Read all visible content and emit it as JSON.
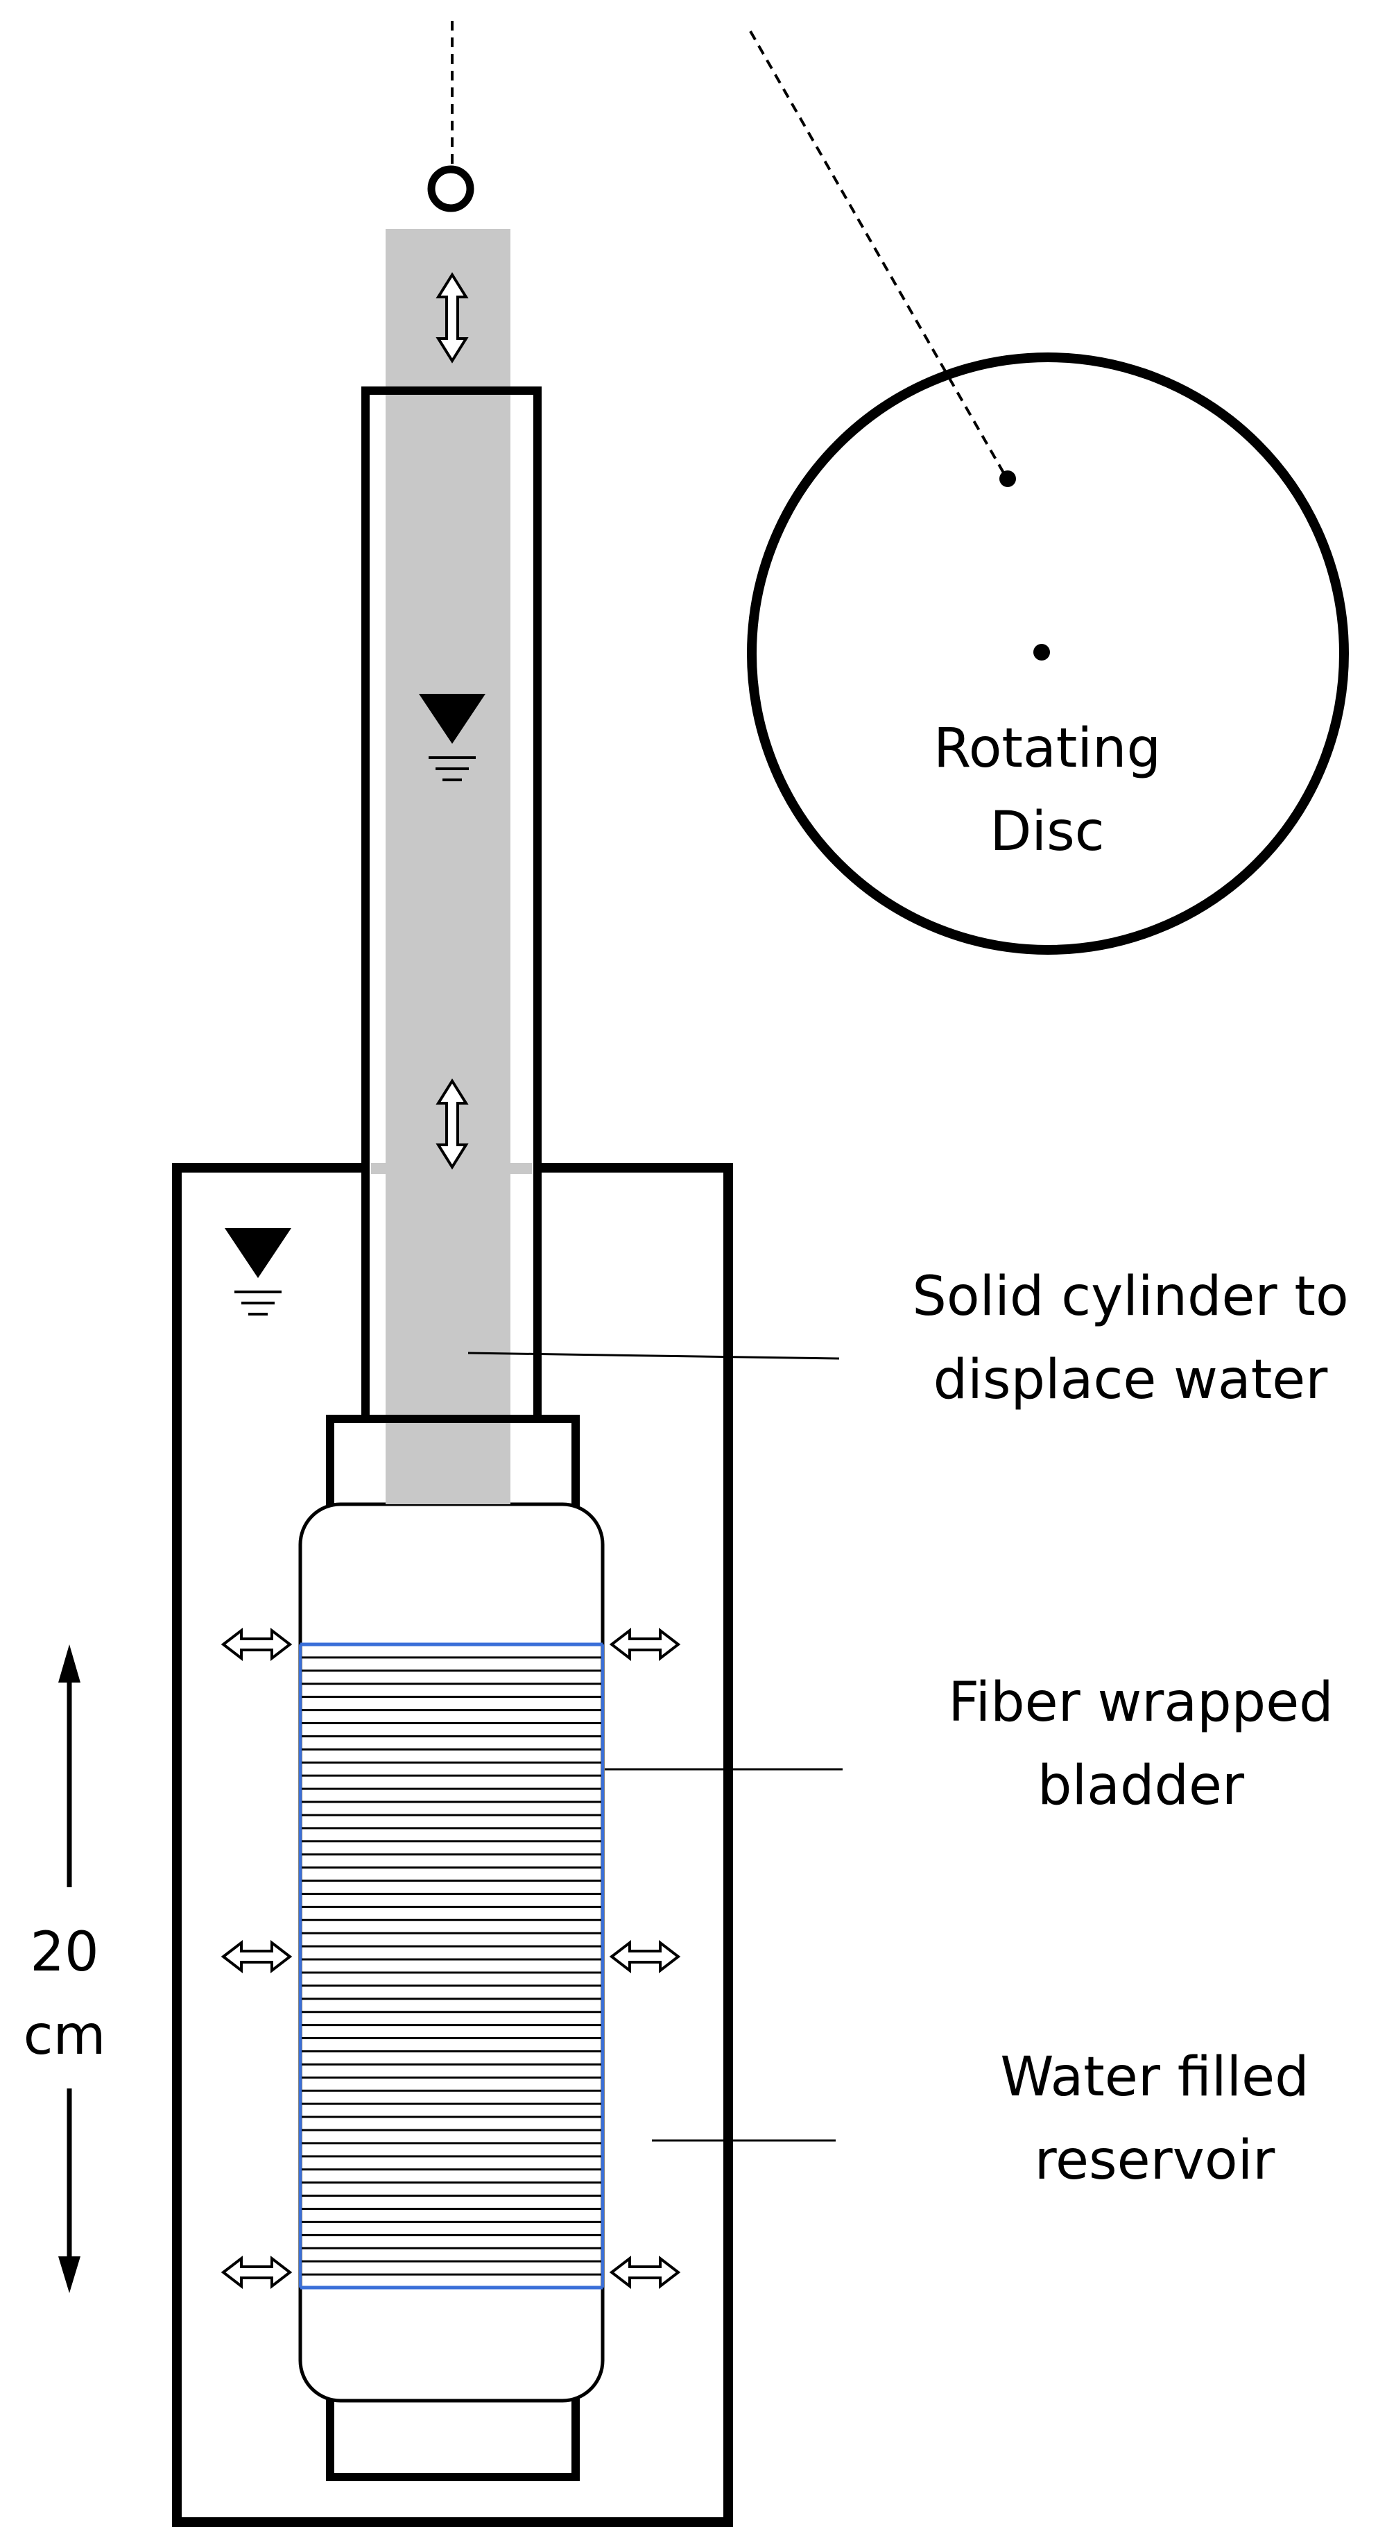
{
  "colors": {
    "cylinder_fill": "#c8c8c8",
    "outline": "#000000",
    "fiber_line": "#000000",
    "fiber_edge": "#3a6fd8",
    "background": "#ffffff"
  },
  "labels": {
    "rotating_disc_line1": "Rotating",
    "rotating_disc_line2": "Disc",
    "cylinder_line1": "Solid cylinder to",
    "cylinder_line2": "displace water",
    "bladder_line1": "Fiber wrapped",
    "bladder_line2": "bladder",
    "reservoir_line1": "Water filled",
    "reservoir_line2": "reservoir",
    "scale_value": "20",
    "scale_unit": "cm"
  },
  "icons": {
    "water_level": "water-level-triangle-icon",
    "vertical_motion": "double-arrow-vertical-icon",
    "radial_motion": "double-arrow-horizontal-icon",
    "pivot": "pivot-ring-icon"
  },
  "fiber_winding_count": 50
}
